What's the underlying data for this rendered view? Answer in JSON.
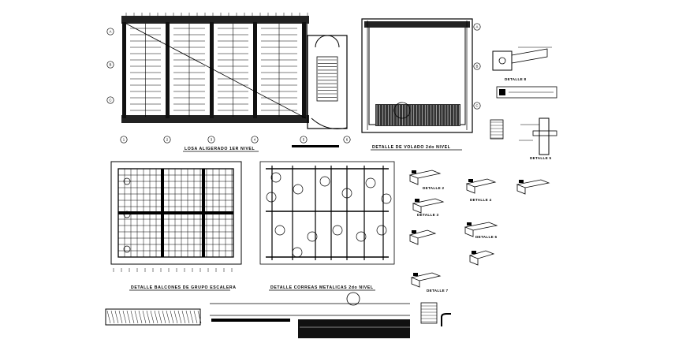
{
  "sheet": {
    "titles": {
      "plan_1": "LOSA ALIGERADO 1ER NIVEL",
      "plan_2": "DETALLE DE VOLADO 2do NIVEL",
      "plan_3": "DETALLE BALCONES DE GRUPO ESCALERA",
      "plan_4": "DETALLE CORREAS METALICAS 2do NIVEL"
    },
    "details": {
      "d2": "DETALLE 2",
      "d3": "DETALLE 3",
      "d4": "DETALLE 4",
      "d5": "DETALLE 5",
      "d6": "DETALLE 6",
      "d7": "DETALLE 7",
      "d8": "DETALLE 8"
    },
    "grid_bubbles": {
      "plan_1_axes": [
        "1",
        "2",
        "3",
        "4",
        "5",
        "6"
      ],
      "plan_1_rows": [
        "A",
        "B",
        "C"
      ],
      "plan_2_rows": [
        "A",
        "B",
        "C"
      ]
    },
    "colors": {
      "ink": "#000000",
      "paper": "#ffffff"
    }
  }
}
